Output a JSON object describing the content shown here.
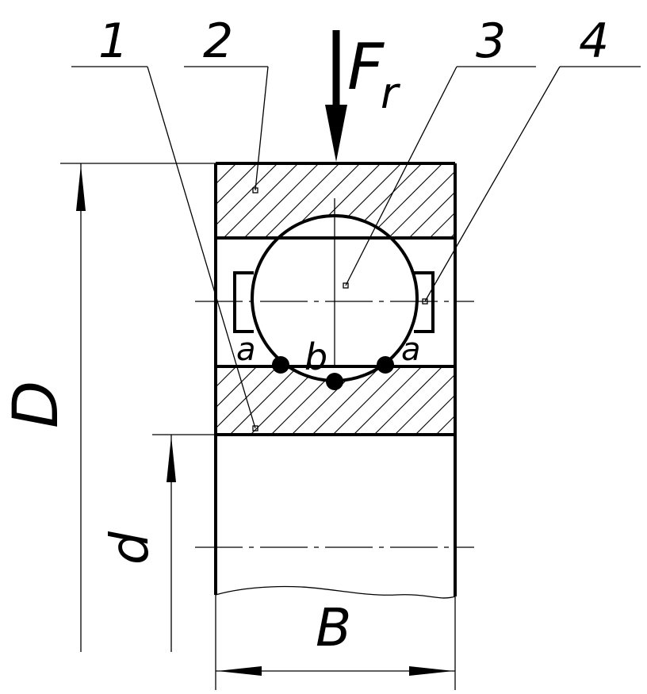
{
  "labels": {
    "part_1": "1",
    "part_2": "2",
    "part_3": "3",
    "part_4": "4",
    "force": "F",
    "force_subscript": "r",
    "contact_left": "a",
    "contact_right": "a",
    "contact_bottom": "b",
    "outer_diameter": "D",
    "inner_diameter": "d",
    "width": "B"
  },
  "colors": {
    "line": "#000000",
    "background": "#ffffff"
  }
}
